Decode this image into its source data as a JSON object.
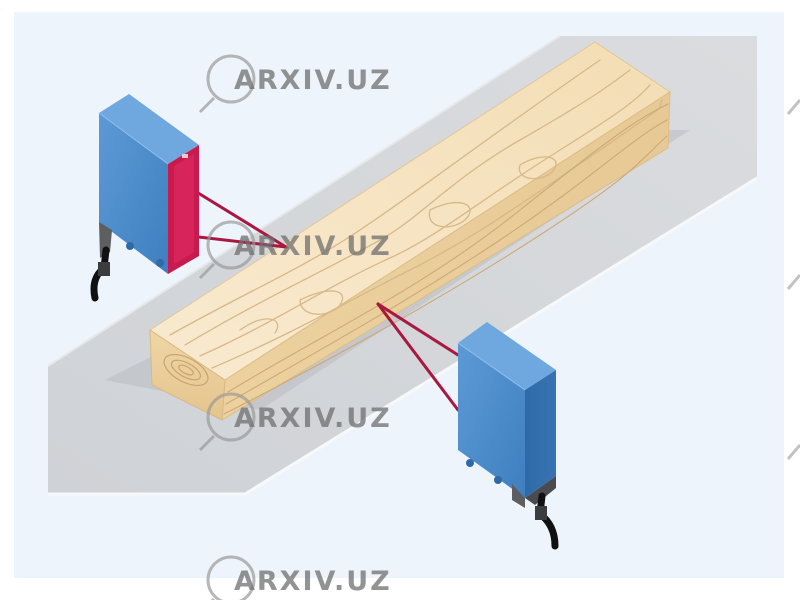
{
  "scene": {
    "subject": "two photoelectric sensors measuring a wooden beam on a conveyor surface",
    "colors": {
      "background": "#eef4fb",
      "surface": "#d4d7dc",
      "wood_light": "#f6e6c4",
      "sensor_blue": "#4f8fcd",
      "sensor_red": "#d31c54",
      "laser": "#a81840",
      "connector": "#5d5e61"
    }
  },
  "watermarks": [
    {
      "text": "ARXIV.UZ"
    },
    {
      "text": "ARXIV.UZ"
    },
    {
      "text": "ARXIV.UZ"
    },
    {
      "text": "ARXIV.UZ"
    }
  ]
}
